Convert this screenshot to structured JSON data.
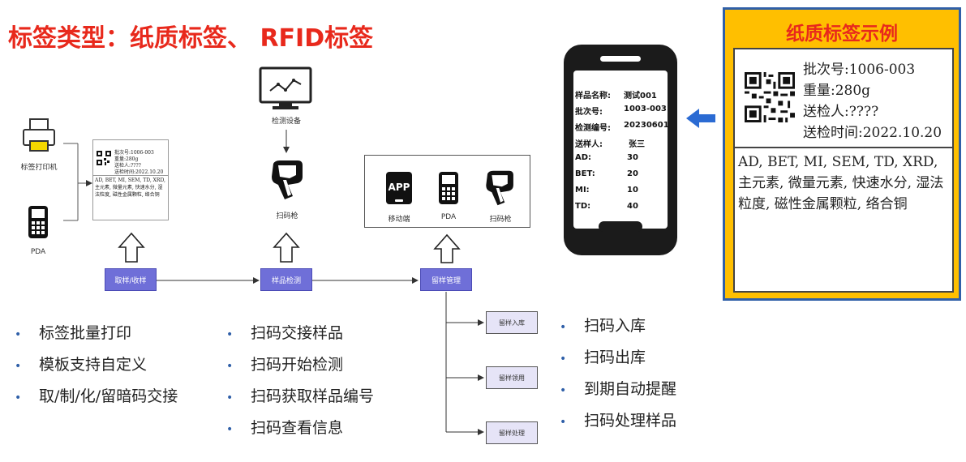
{
  "title": "标签类型：纸质标签、 RFID标签",
  "flow": {
    "step1": "取样/收样",
    "step2": "样品检测",
    "step3": "留样管理",
    "sub1": "留样入库",
    "sub2": "留样领用",
    "sub3": "留样处理"
  },
  "devices": {
    "printer": "标签打印机",
    "pda_left": "PDA",
    "monitor": "检测设备",
    "scanner_mid": "扫码枪",
    "app_text": "APP",
    "mobile": "移动端",
    "pda_box": "PDA",
    "scanner_box": "扫码枪"
  },
  "mini_label": {
    "lines": [
      "批次号:1006-003",
      "重量:280g",
      "送检人:????",
      "送检时间:2022.10.20"
    ],
    "desc": "AD, BET, MI, SEM, TD, XRD, 主元素, 微量元素, 快速水分, 湿法粒度, 磁性金属颗粒, 络合铜"
  },
  "bullets": {
    "col1": [
      "标签批量打印",
      "模板支持自定义",
      "取/制/化/留暗码交接"
    ],
    "col2": [
      "扫码交接样品",
      "扫码开始检测",
      "扫码获取样品编号",
      "扫码查看信息"
    ],
    "col3": [
      "扫码入库",
      "扫码出库",
      "到期自动提醒",
      "扫码处理样品"
    ]
  },
  "phone": {
    "rows": [
      {
        "k": "样品名称:",
        "v": "测试001"
      },
      {
        "k": "批次号:",
        "v": "1003-003"
      },
      {
        "k": "检测编号:",
        "v": "20230601"
      },
      {
        "k": "送样人:",
        "v": "张三"
      },
      {
        "k": "AD:",
        "v": "30"
      },
      {
        "k": "BET:",
        "v": "20"
      },
      {
        "k": "MI:",
        "v": "10"
      },
      {
        "k": "TD:",
        "v": "40"
      }
    ]
  },
  "sample": {
    "title": "纸质标签示例",
    "batch": "批次号:1006-003",
    "weight": "重量:280g",
    "inspector": "送检人:????",
    "time": "送检时间:2022.10.20",
    "desc": "AD, BET, MI, SEM, TD, XRD, 主元素, 微量元素, 快速水分, 湿法粒度, 磁性金属颗粒, 络合铜"
  },
  "colors": {
    "title": "#e8291c",
    "flow_box": "#6f6fd8",
    "sub_box": "#e6e4f7",
    "panel_bg": "#ffbf00",
    "panel_border": "#2f5fa8",
    "arrow": "#2b6bd3"
  }
}
